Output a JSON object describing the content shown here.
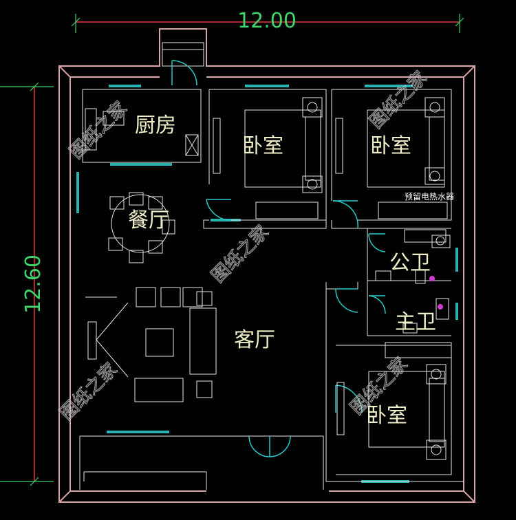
{
  "dimensions": {
    "width_label": "12.00",
    "height_label": "12.60"
  },
  "rooms": {
    "kitchen": "厨房",
    "bedroom_1": "卧室",
    "bedroom_2": "卧室",
    "dining": "餐厅",
    "living": "客厅",
    "public_bath": "公卫",
    "master_bath": "主卫",
    "bedroom_3": "卧室"
  },
  "notes": {
    "water_heater": "预留电热水器"
  },
  "watermark": "图纸之家",
  "colors": {
    "background": "#000000",
    "wall": "#d8a3a3",
    "window": "#29b3b3",
    "dimension_line": "#e8353d",
    "dimension_text": "#3fd36a",
    "room_text": "#f0f0c8"
  }
}
